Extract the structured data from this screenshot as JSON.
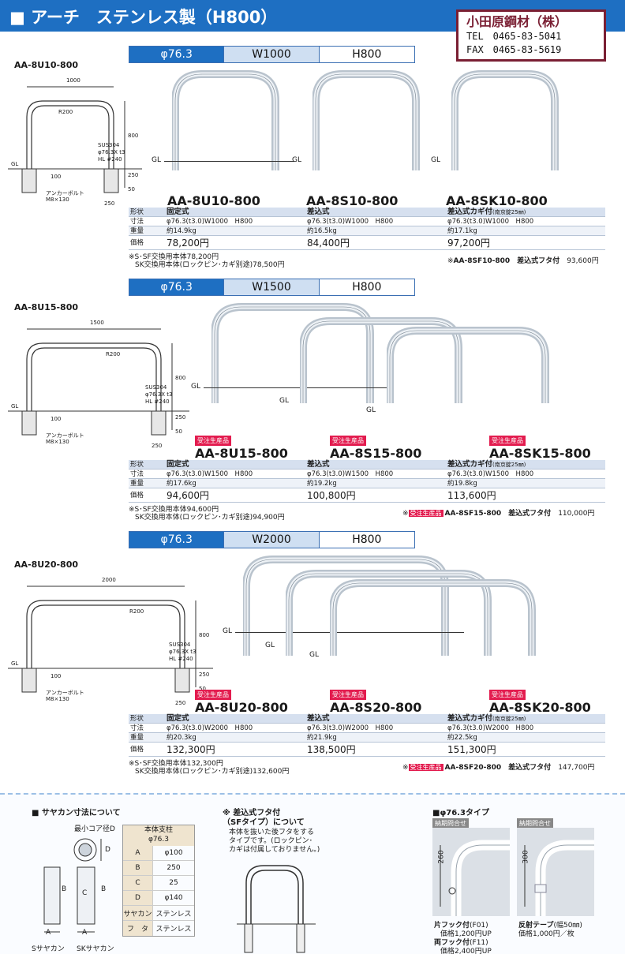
{
  "header": {
    "title": "■ アーチ　ステンレス製（H800）"
  },
  "company": {
    "name": "小田原鋼材（株）",
    "tel": "TEL　0465-83-5041",
    "fax": "FAX　0465-83-5619"
  },
  "sections": [
    {
      "spec": [
        "φ76.3",
        "W1000",
        "H800"
      ],
      "diagram": {
        "code": "AA-8U10-800",
        "width": "1000",
        "r": "R200",
        "h": "800",
        "mat1": "SUS304",
        "mat2": "φ76.3X t3",
        "mat3": "HL #240",
        "gl": "GL",
        "depth": "250",
        "depth2": "100",
        "depth3": "50",
        "base": "250",
        "anchor1": "アンカーボルト",
        "anchor2": "M8×130"
      },
      "labels": {
        "type": "形状",
        "size": "寸法",
        "weight": "重量",
        "price": "価格"
      },
      "products": [
        {
          "model": "AA-8U10-800",
          "badge": "",
          "type": "固定式",
          "type_sub": "",
          "size": "φ76.3(t3.0)W1000　H800",
          "weight": "約14.9kg",
          "price": "78,200円"
        },
        {
          "model": "AA-8S10-800",
          "badge": "",
          "type": "差込式",
          "type_sub": "",
          "size": "φ76.3(t3.0)W1000　H800",
          "weight": "約16.5kg",
          "price": "84,400円"
        },
        {
          "model": "AA-8SK10-800",
          "badge": "",
          "type": "差込式カギ付",
          "type_sub": "(南京錠25㎜)",
          "size": "φ76.3(t3.0)W1000　H800",
          "weight": "約17.1kg",
          "price": "97,200円"
        }
      ],
      "notes": [
        "※S･SF交換用本体78,200円",
        "SK交換用本体(ロックピン･カギ別途)78,500円"
      ],
      "sf": {
        "badge": "",
        "prefix": "※",
        "model": "AA-8SF10-800",
        "label": "差込式フタ付",
        "price": "93,600円"
      },
      "gl": "GL"
    },
    {
      "spec": [
        "φ76.3",
        "W1500",
        "H800"
      ],
      "diagram": {
        "code": "AA-8U15-800",
        "width": "1500",
        "r": "R200",
        "h": "800",
        "mat1": "SUS304",
        "mat2": "φ76.3X t3",
        "mat3": "HL #240",
        "gl": "GL",
        "depth": "250",
        "depth2": "100",
        "depth3": "50",
        "base": "250",
        "anchor1": "アンカーボルト",
        "anchor2": "M8×130"
      },
      "labels": {
        "type": "形状",
        "size": "寸法",
        "weight": "重量",
        "price": "価格"
      },
      "products": [
        {
          "model": "AA-8U15-800",
          "badge": "受注生産品",
          "type": "固定式",
          "type_sub": "",
          "size": "φ76.3(t3.0)W1500　H800",
          "weight": "約17.6kg",
          "price": "94,600円"
        },
        {
          "model": "AA-8S15-800",
          "badge": "受注生産品",
          "type": "差込式",
          "type_sub": "",
          "size": "φ76.3(t3.0)W1500　H800",
          "weight": "約19.2kg",
          "price": "100,800円"
        },
        {
          "model": "AA-8SK15-800",
          "badge": "受注生産品",
          "type": "差込式カギ付",
          "type_sub": "(南京錠25㎜)",
          "size": "φ76.3(t3.0)W1500　H800",
          "weight": "約19.8kg",
          "price": "113,600円"
        }
      ],
      "notes": [
        "※S･SF交換用本体94,600円",
        "SK交換用本体(ロックピン･カギ別途)94,900円"
      ],
      "sf": {
        "badge": "受注生産品",
        "prefix": "※",
        "model": "AA-8SF15-800",
        "label": "差込式フタ付",
        "price": "110,000円"
      },
      "gl": "GL"
    },
    {
      "spec": [
        "φ76.3",
        "W2000",
        "H800"
      ],
      "diagram": {
        "code": "AA-8U20-800",
        "width": "2000",
        "r": "R200",
        "h": "800",
        "mat1": "SUS304",
        "mat2": "φ76.3X t3",
        "mat3": "HL #240",
        "gl": "GL",
        "depth": "250",
        "depth2": "100",
        "depth3": "50",
        "base": "250",
        "anchor1": "アンカーボルト",
        "anchor2": "M8×130"
      },
      "labels": {
        "type": "形状",
        "size": "寸法",
        "weight": "重量",
        "price": "価格"
      },
      "products": [
        {
          "model": "AA-8U20-800",
          "badge": "受注生産品",
          "type": "固定式",
          "type_sub": "",
          "size": "φ76.3(t3.0)W2000　H800",
          "weight": "約20.3kg",
          "price": "132,300円"
        },
        {
          "model": "AA-8S20-800",
          "badge": "受注生産品",
          "type": "差込式",
          "type_sub": "",
          "size": "φ76.3(t3.0)W2000　H800",
          "weight": "約21.9kg",
          "price": "138,500円"
        },
        {
          "model": "AA-8SK20-800",
          "badge": "受注生産品",
          "type": "差込式カギ付",
          "type_sub": "(南京錠25㎜)",
          "size": "φ76.3(t3.0)W2000　H800",
          "weight": "約22.5kg",
          "price": "151,300円"
        }
      ],
      "notes": [
        "※S･SF交換用本体132,300円",
        "SK交換用本体(ロックピン･カギ別途)132,600円"
      ],
      "sf": {
        "badge": "受注生産品",
        "prefix": "※",
        "model": "AA-8SF20-800",
        "label": "差込式フタ付",
        "price": "147,700円"
      },
      "gl": "GL"
    }
  ],
  "bottom": {
    "saya": {
      "title": "■ サヤカン寸法について",
      "core": "最小コア径D",
      "table_head": [
        "本体支柱",
        "φ76.3"
      ],
      "rows": [
        [
          "A",
          "φ100"
        ],
        [
          "B",
          "250"
        ],
        [
          "C",
          "25"
        ],
        [
          "D",
          "φ140"
        ],
        [
          "サヤカン",
          "ステンレス"
        ],
        [
          "フ　タ",
          "ステンレス"
        ]
      ],
      "s_label": "Sサヤカン",
      "sk_label": "SKサヤカン",
      "a": "A",
      "b": "B",
      "c": "C",
      "d": "D",
      "a2": "A",
      "b2": "B",
      "c2": "C"
    },
    "sf": {
      "title": "※ 差込式フタ付",
      "title2": "（SFタイプ）について",
      "desc1": "本体を抜いた後フタをする",
      "desc2": "タイプです。(ロックピン･",
      "desc3": "カギは付属しておりません。)"
    },
    "type": {
      "title": "■φ76.3タイプ",
      "tag1": "納期問合せ",
      "tag2": "納期問合せ",
      "dim1": "260",
      "dim2": "300",
      "f1": "片フック付",
      "f1s": "(F01)",
      "f1p": "価格1,200円UP",
      "f2": "両フック付",
      "f2s": "(F11)",
      "f2p": "価格2,400円UP",
      "r": "反射テープ",
      "rs": "(幅50㎜)",
      "rp": "価格1,000円／枚"
    }
  }
}
